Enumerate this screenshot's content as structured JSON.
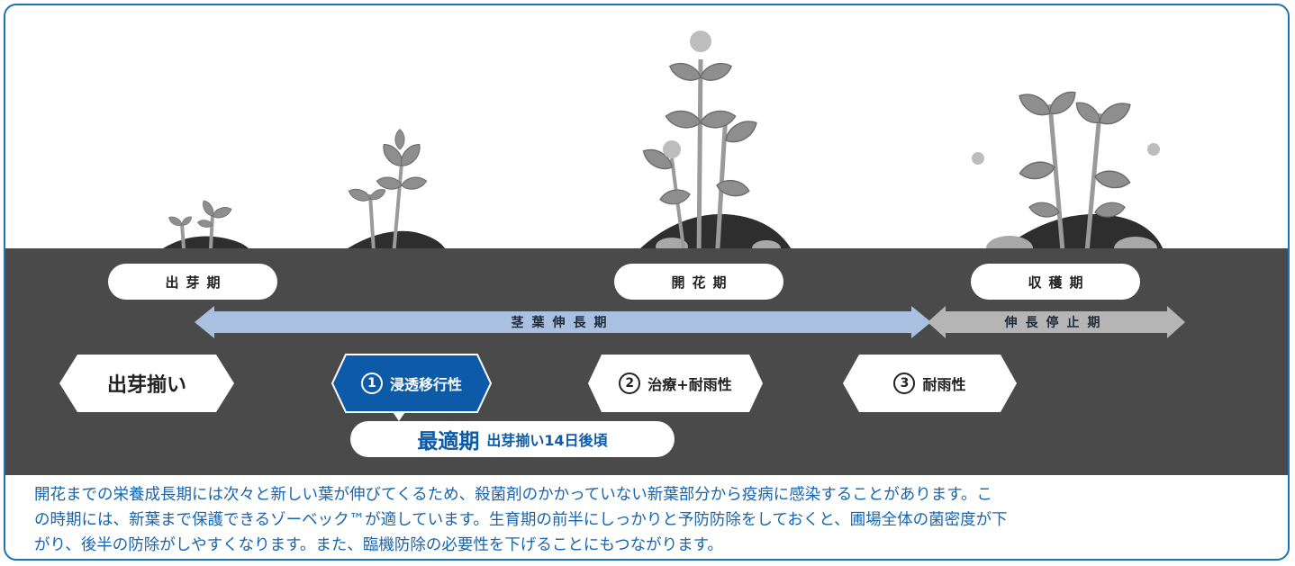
{
  "stages": {
    "sprouting": "出芽期",
    "flowering": "開花期",
    "harvest": "収穫期"
  },
  "periods": {
    "growth": "茎葉伸長期",
    "stop": "伸長停止期"
  },
  "timing": {
    "sprout_align": "出芽揃い",
    "step1_num": "1",
    "step1_label": "浸透移行性",
    "step2_num": "2",
    "step2_label": "治療+耐雨性",
    "step3_num": "3",
    "step3_label": "耐雨性"
  },
  "optimal": {
    "title": "最適期",
    "detail": "出芽揃い14日後頃"
  },
  "description": {
    "line1": "開花までの栄養成長期には次々と新しい葉が伸びてくるため、殺菌剤のかかっていない新葉部分から疫病に感染することがあります。こ",
    "line2": "の時期には、新葉まで保護できるゾーベック™が適しています。生育期の前半にしっかりと予防防除をしておくと、圃場全体の菌密度が下",
    "line3": "がり、後半の防除がしやすくなります。また、臨機防除の必要性を下げることにもつながります。"
  },
  "colors": {
    "frame": "#1a74b8",
    "soil": "#4a4a4a",
    "growth_arrow": "#a9c0e0",
    "stop_arrow": "#b5b5b5",
    "highlight": "#0c5aa8",
    "text_blue": "#1765b0"
  }
}
